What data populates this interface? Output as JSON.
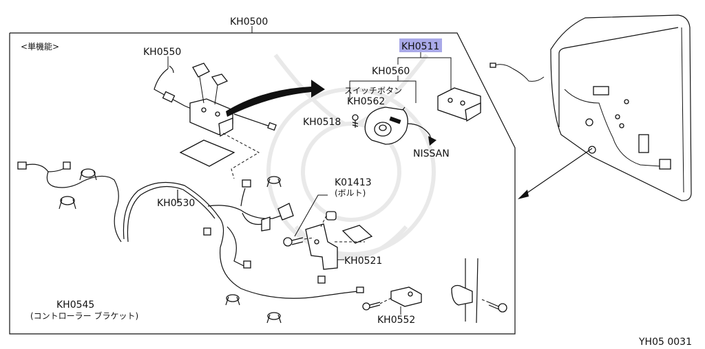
{
  "labels": {
    "main_assembly": "KH0500",
    "function_note": "<単機能>",
    "kh0550": "KH0550",
    "kh0511": "KH0511",
    "kh0560": "KH0560",
    "switch_button": "スイッチボタン",
    "kh0562": "KH0562",
    "kh0518": "KH0518",
    "nissan": "NISSAN",
    "k01413": "K01413",
    "bolt": "(ボルト)",
    "kh0530": "KH0530",
    "kh0521": "KH0521",
    "kh0545": "KH0545",
    "controller_bracket": "(コントローラー ブラケット)",
    "kh0552": "KH0552",
    "diagram_code": "YH05 0031"
  },
  "colors": {
    "highlight": "#a9a9e8",
    "line": "#111111",
    "watermark": "#e9e9e9"
  }
}
